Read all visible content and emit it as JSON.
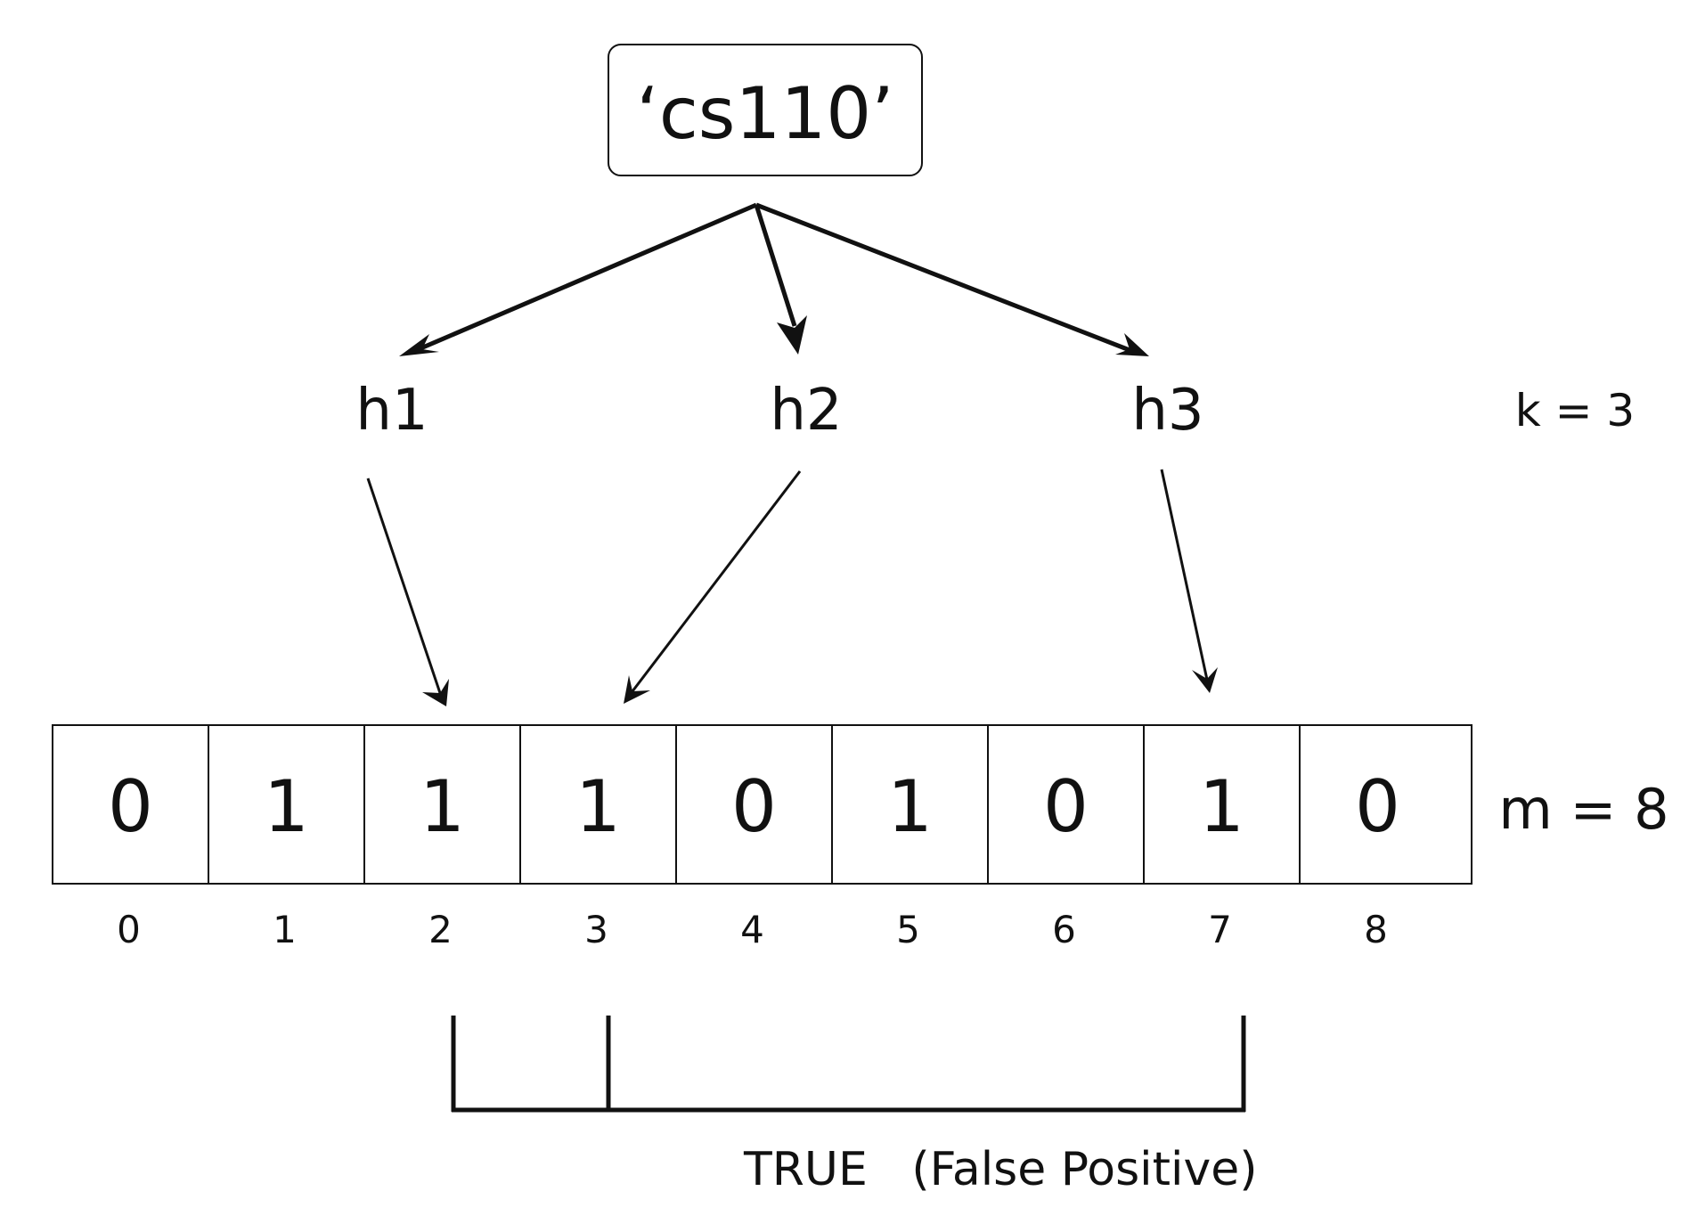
{
  "key": {
    "label": "‘cs110’"
  },
  "hash_functions": [
    {
      "label": "h1",
      "target_index": 2
    },
    {
      "label": "h2",
      "target_index": 3
    },
    {
      "label": "h3",
      "target_index": 7
    }
  ],
  "k_label": "k = 3",
  "m_label": "m = 8",
  "bit_array": {
    "bits": [
      "0",
      "1",
      "1",
      "1",
      "0",
      "1",
      "0",
      "1",
      "0"
    ],
    "indices": [
      "0",
      "1",
      "2",
      "3",
      "4",
      "5",
      "6",
      "7",
      "8"
    ]
  },
  "result_label": "TRUE   (False Positive)"
}
